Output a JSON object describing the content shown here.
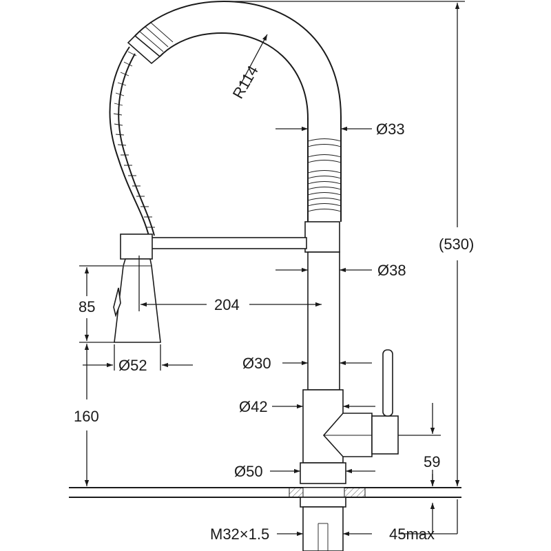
{
  "labels": {
    "radius": "R114",
    "d_spout": "Ø33",
    "d_collar": "Ø38",
    "spray_height": "85",
    "reach": "204",
    "d_spray": "Ø52",
    "d_lower": "Ø30",
    "spray_clearance": "160",
    "d_valve": "Ø42",
    "overall_height": "(530)",
    "handle_height": "59",
    "d_base": "Ø50",
    "thread": "M32×1.5",
    "max_thickness": "45max"
  },
  "colors": {
    "ink": "#1a1a1a",
    "background": "#ffffff"
  }
}
